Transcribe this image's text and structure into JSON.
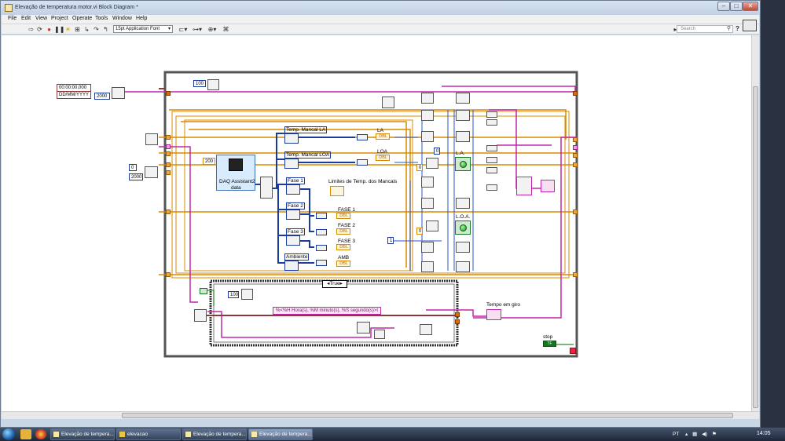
{
  "window": {
    "title": "Elevação de temperatura motor.vi Block Diagram *"
  },
  "menu": [
    "File",
    "Edit",
    "View",
    "Project",
    "Operate",
    "Tools",
    "Window",
    "Help"
  ],
  "toolbar": {
    "font": "15pt Application Font",
    "search_placeholder": "Search"
  },
  "diagram": {
    "timestamp_const": "00:00:00,000",
    "date_format_const": "DD/MM/YYYY",
    "const_2000_a": "2000",
    "const_0": "0",
    "const_2000_b": "2000",
    "const_100_top": "100",
    "const_200": "200",
    "daq_label": "DAQ Assistant2",
    "daq_output": "data",
    "signal_labels": [
      "Temp. Mancal LA",
      "Temp. Mancal LOA",
      "Fase 1",
      "Fase 2",
      "Fase 3",
      "Ambiente"
    ],
    "indicator_labels": [
      "LA",
      "LOA",
      "FASE 1",
      "FASE 2",
      "FASE 3",
      "AMB"
    ],
    "limits_label": "Limites de Temp. dos Mancais",
    "led_labels": [
      "L.A.",
      "L.O.A."
    ],
    "small_const_0a": "0",
    "small_const_0b": "0",
    "small_const_0c": "0",
    "small_const_1": "1",
    "case_selector": "True",
    "const_100_bottom": "100",
    "time_format_string": "%<%H Hora(s),     %M minuto(s),     %S segundo(s)>t",
    "tempo_label": "Tempo em giro",
    "stop_label": "stop",
    "stop_value": "TF",
    "dbl_text": "DBL"
  },
  "taskbar": {
    "tasks": [
      "Elevação de tempera...",
      "elevacao",
      "Elevação de tempera...",
      "Elevação de tempera..."
    ],
    "lang": "PT",
    "clock": "14:05"
  }
}
